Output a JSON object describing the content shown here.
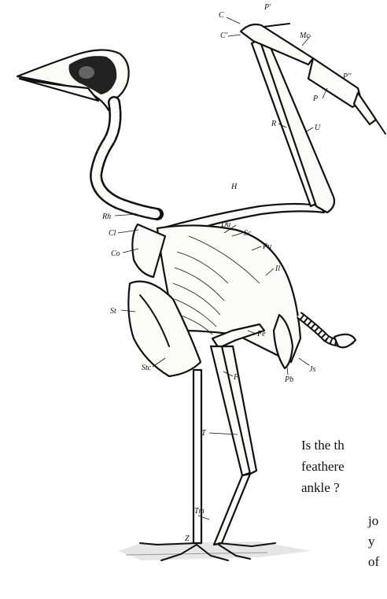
{
  "figure": {
    "labels": {
      "C": "C",
      "P1": "P'",
      "C1": "C'",
      "Mc": "Mc",
      "P2": "P''",
      "P": "P",
      "R": "R",
      "U": "U",
      "H": "H",
      "Rh": "Rh",
      "Du": "Du",
      "Sc": "Sc",
      "Cl": "Cl",
      "Pu": "Pu",
      "Co": "Co",
      "Il": "Il",
      "St": "St",
      "Fe": "Fe",
      "Stc": "Stc",
      "Pb": "Pb",
      "Js": "Js",
      "F": "F",
      "T": "T",
      "Tm": "Tm",
      "Z": "Z"
    }
  },
  "text": {
    "line1": "Is the th",
    "line2": "feathere",
    "line3": "ankle ?",
    "line4": "jo",
    "line5": "y",
    "line6": "of"
  }
}
